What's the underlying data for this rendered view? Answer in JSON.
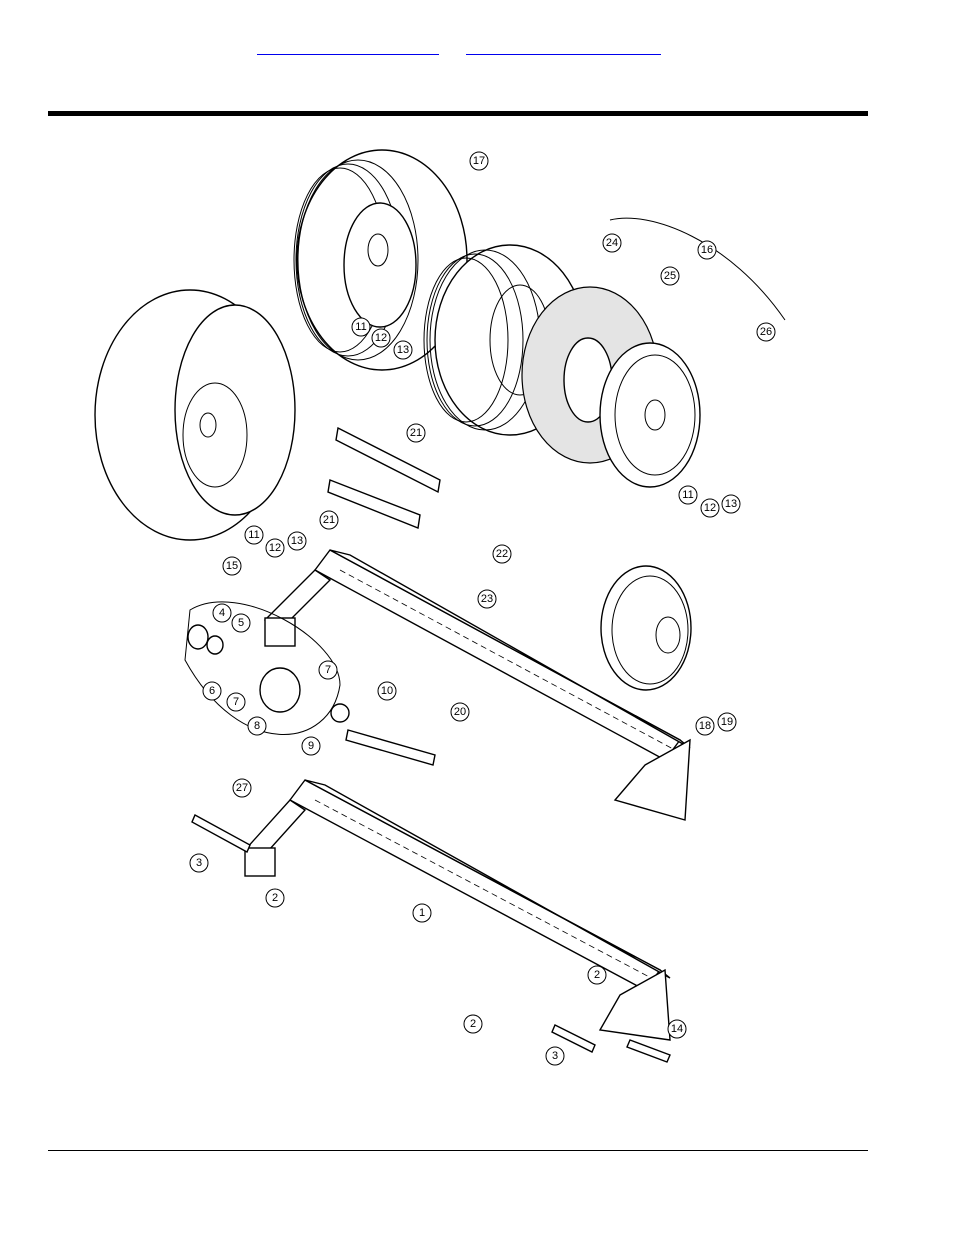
{
  "header": {
    "links": [
      "",
      ""
    ]
  },
  "callouts": [
    {
      "n": "17"
    },
    {
      "n": "24"
    },
    {
      "n": "16"
    },
    {
      "n": "25"
    },
    {
      "n": "26"
    },
    {
      "n": "11"
    },
    {
      "n": "12"
    },
    {
      "n": "13"
    },
    {
      "n": "11"
    },
    {
      "n": "12"
    },
    {
      "n": "13"
    },
    {
      "n": "11"
    },
    {
      "n": "12"
    },
    {
      "n": "13"
    },
    {
      "n": "15"
    },
    {
      "n": "21"
    },
    {
      "n": "21"
    },
    {
      "n": "22"
    },
    {
      "n": "23"
    },
    {
      "n": "4"
    },
    {
      "n": "5"
    },
    {
      "n": "6"
    },
    {
      "n": "7"
    },
    {
      "n": "8"
    },
    {
      "n": "7"
    },
    {
      "n": "10"
    },
    {
      "n": "9"
    },
    {
      "n": "27"
    },
    {
      "n": "20"
    },
    {
      "n": "18"
    },
    {
      "n": "19"
    },
    {
      "n": "3"
    },
    {
      "n": "2"
    },
    {
      "n": "1"
    },
    {
      "n": "2"
    },
    {
      "n": "2"
    },
    {
      "n": "3"
    },
    {
      "n": "14"
    }
  ]
}
